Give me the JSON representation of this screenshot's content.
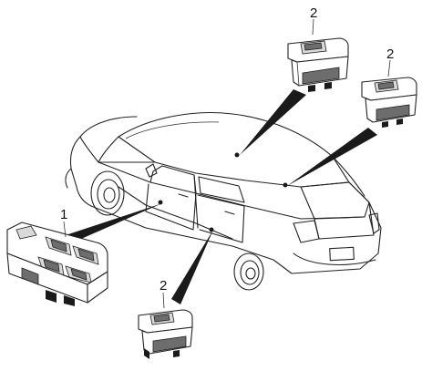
{
  "callouts": {
    "main_switch": "1",
    "front_passenger_switch": "2",
    "rear_right_switch": "2",
    "rear_left_switch": "2"
  }
}
